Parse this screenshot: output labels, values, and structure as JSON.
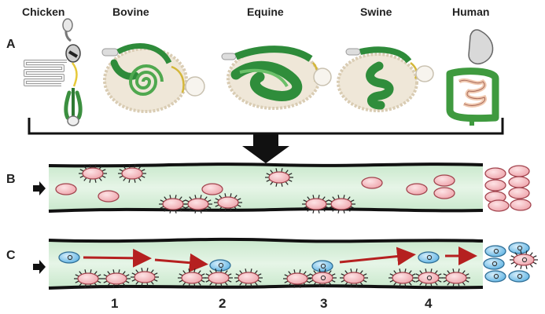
{
  "species": [
    "Chicken",
    "Bovine",
    "Equine",
    "Swine",
    "Human"
  ],
  "panels": [
    "A",
    "B",
    "C"
  ],
  "steps": [
    "1",
    "2",
    "3",
    "4"
  ],
  "colors": {
    "gut_green": "#2e8b3a",
    "gut_light": "#6fbf63",
    "mesentery": "#efe7d8",
    "channel_fill": "#d7efd9",
    "wall": "#111111",
    "cell_pink": "#f2b9be",
    "cell_edge": "#b0505a",
    "cell_blue": "#7cc4ea",
    "arrow_red": "#b52020"
  },
  "icons": [
    "inflow-arrow-icon",
    "merge-down-arrow-icon"
  ]
}
